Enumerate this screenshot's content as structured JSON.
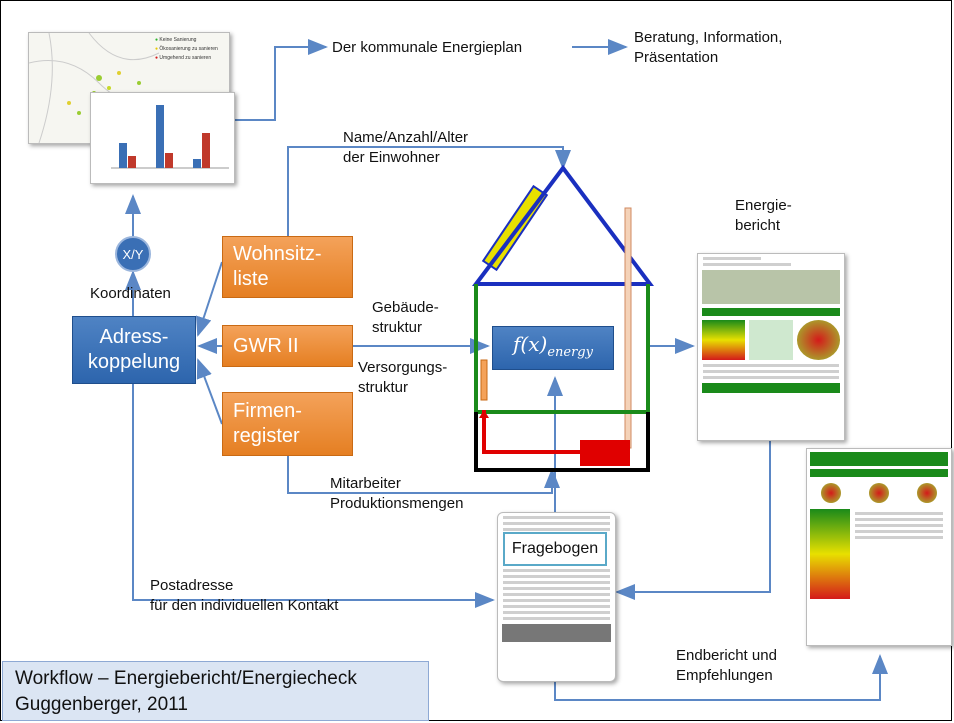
{
  "nodes": {
    "plan": "Der kommunale Energieplan",
    "beratung": "Beratung, Information,\nPräsentation",
    "einwohner": "Name/Anzahl/Alter\nder Einwohner",
    "xy": "X/Y",
    "koordinaten": "Koordinaten",
    "adress": "Adress-\nkoppelung",
    "wohnsitz": "Wohnsitz-\nliste",
    "gwr": "GWR II",
    "firmen": "Firmen-\nregister",
    "gebaeude": "Gebäude-\nstruktur",
    "versorgung": "Versorgungs-\nstruktur",
    "fx_main": "f(x)",
    "fx_sub": "energy",
    "energiebericht": "Energie-\nbericht",
    "mitarbeiter": "Mitarbeiter\nProduktionsmengen",
    "fragebogen": "Fragebogen",
    "postadresse": "Postadresse\nfür den individuellen Kontakt",
    "endbericht": "Endbericht und\nEmpfehlungen"
  },
  "map_legend": [
    "Keine Sanierung",
    "Ökosanierung zu sanieren",
    "Umgehend zu sanieren"
  ],
  "footer": {
    "line1": "Workflow – Energiebericht/Energiecheck",
    "line2": "Guggenberger, 2011"
  },
  "colors": {
    "arrow": "#5b87c5",
    "orange": "#e8832a",
    "blue": "#3a6fb5",
    "house_roof": "#1a2fbf",
    "house_walls": "#1a8a1a",
    "house_pipe": "#d40000",
    "solar": "#e8e000"
  }
}
